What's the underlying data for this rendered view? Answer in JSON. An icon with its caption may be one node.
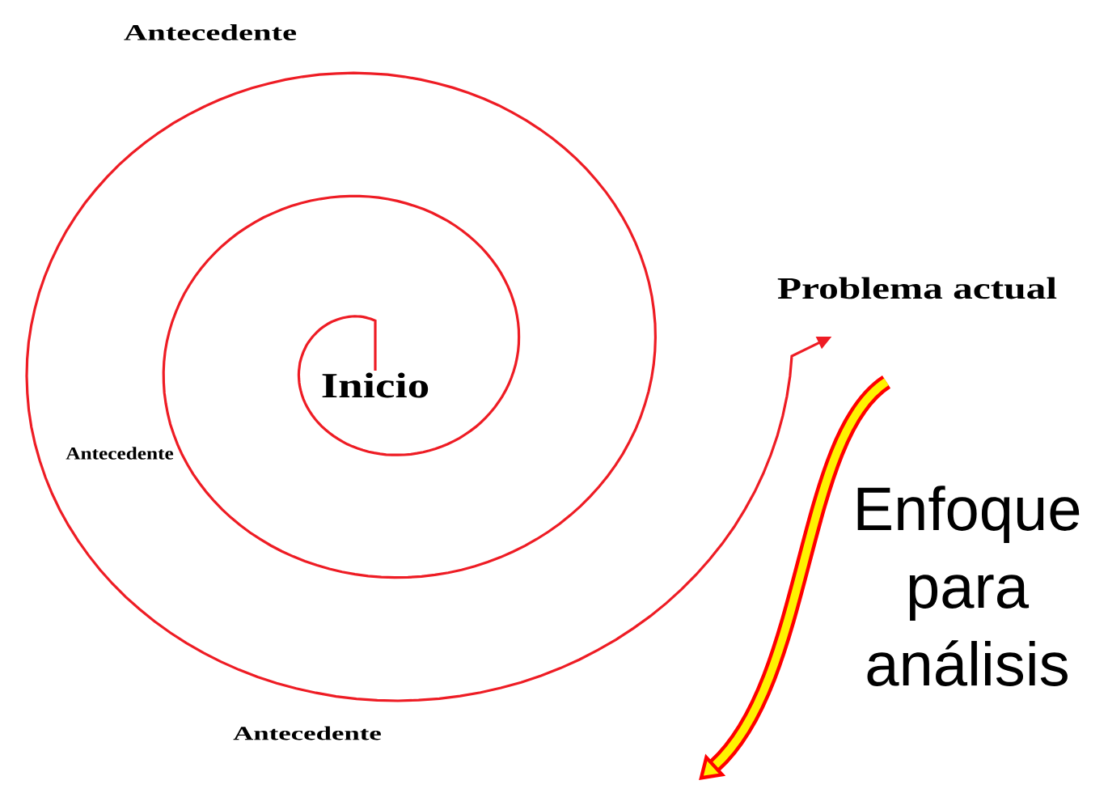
{
  "diagram": {
    "nodes": [
      {
        "text": [
          "Antecedente"
        ]
      },
      {
        "text": [
          "Problema actual"
        ]
      },
      {
        "text": [
          "Inicio"
        ]
      },
      {
        "text": [
          "Antecedente"
        ]
      },
      {
        "text": [
          "Antecedente"
        ]
      }
    ],
    "edges": [
      {
        "from": 2,
        "to": 1,
        "arrow": "to",
        "color": "#ee1c24"
      },
      {
        "from": 1,
        "to": null,
        "arrow": "to",
        "style": "thick",
        "color": "#ff0000",
        "label": "Enfoque para análisis"
      }
    ]
  }
}
